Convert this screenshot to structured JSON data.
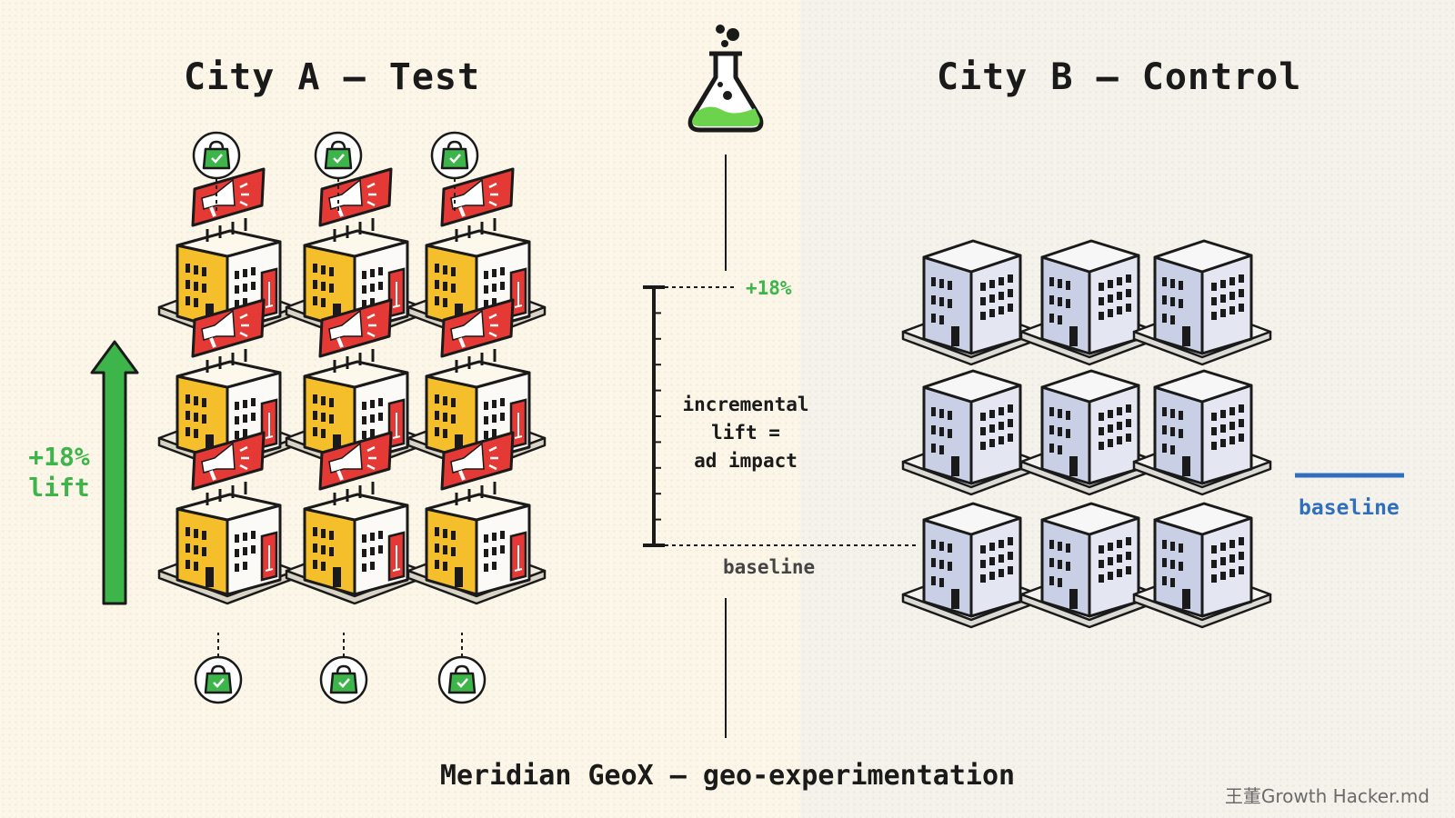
{
  "title_test": "City A — Test",
  "title_control": "City B — Control",
  "lift_label_line1": "+18%",
  "lift_label_line2": "lift",
  "scale": {
    "top_label": "+18%",
    "middle_line1": "incremental",
    "middle_line2": "lift =",
    "middle_line3": "ad impact",
    "baseline_label": "baseline"
  },
  "right_baseline_label": "baseline",
  "caption": "Meridian GeoX — geo-experimentation",
  "watermark": "王董Growth Hacker.md",
  "lift_percent": 18,
  "grid": {
    "rows": 3,
    "cols": 3
  },
  "icons": {
    "test_building": "building-with-billboard-icon",
    "control_building": "plain-building-icon",
    "purchase": "shopping-bag-check-icon",
    "billboard": "megaphone-billboard-icon",
    "flask": "flask-icon",
    "lift_arrow": "up-arrow-icon"
  },
  "colors": {
    "test_building": "#f4bf2a",
    "control_building": "#c9d0e6",
    "billboard": "#e53935",
    "lift": "#3db54a",
    "baseline": "#2f6fbd",
    "ink": "#1a1a1a"
  }
}
